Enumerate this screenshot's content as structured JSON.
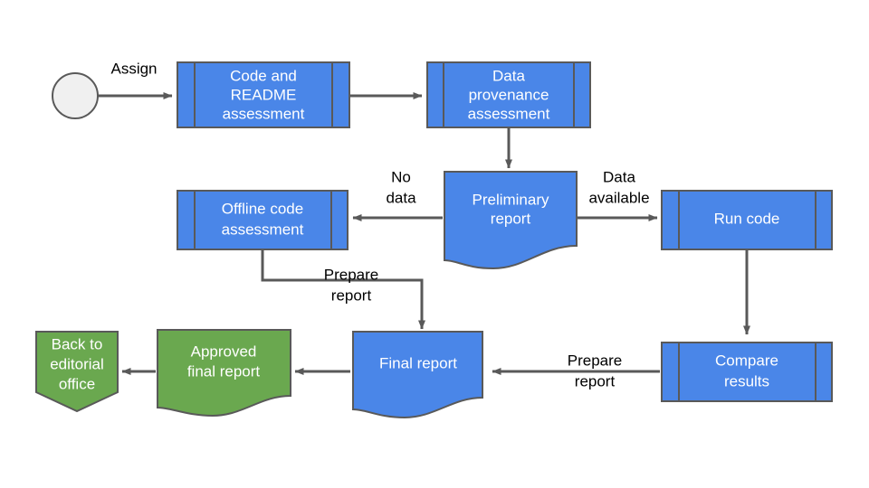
{
  "diagram": {
    "title": "Code and data review workflow",
    "colors": {
      "process_fill": "#4a86e8",
      "approved_fill": "#6aa84f",
      "start_fill": "#f0f0f0",
      "stroke": "#595959",
      "edge": "#595959",
      "node_text": "#ffffff",
      "edge_text": "#000000",
      "background": "#ffffff"
    },
    "nodes": [
      {
        "id": "start",
        "shape": "circle",
        "label": "",
        "fill": "#f0f0f0"
      },
      {
        "id": "code-readme-assessment",
        "shape": "predefined-process",
        "label_lines": [
          "Code and",
          "README",
          "assessment"
        ],
        "fill": "#4a86e8"
      },
      {
        "id": "data-provenance-assessment",
        "shape": "predefined-process",
        "label_lines": [
          "Data",
          "provenance",
          "assessment"
        ],
        "fill": "#4a86e8"
      },
      {
        "id": "preliminary-report",
        "shape": "document",
        "label_lines": [
          "Preliminary",
          "report"
        ],
        "fill": "#4a86e8"
      },
      {
        "id": "offline-code-assessment",
        "shape": "predefined-process",
        "label_lines": [
          "Offline code",
          "assessment"
        ],
        "fill": "#4a86e8"
      },
      {
        "id": "run-code",
        "shape": "predefined-process",
        "label_lines": [
          "Run code"
        ],
        "fill": "#4a86e8"
      },
      {
        "id": "compare-results",
        "shape": "predefined-process",
        "label_lines": [
          "Compare",
          "results"
        ],
        "fill": "#4a86e8"
      },
      {
        "id": "final-report",
        "shape": "document",
        "label_lines": [
          "Final report"
        ],
        "fill": "#4a86e8"
      },
      {
        "id": "approved-final-report",
        "shape": "document",
        "label_lines": [
          "Approved",
          "final report"
        ],
        "fill": "#6aa84f"
      },
      {
        "id": "back-to-editorial-office",
        "shape": "pentagon-down",
        "label_lines": [
          "Back to",
          "editorial",
          "office"
        ],
        "fill": "#6aa84f"
      }
    ],
    "edges": [
      {
        "id": "start-to-code",
        "from": "start",
        "to": "code-readme-assessment",
        "label_lines": [
          "Assign"
        ]
      },
      {
        "id": "code-to-data",
        "from": "code-readme-assessment",
        "to": "data-provenance-assessment",
        "label_lines": []
      },
      {
        "id": "data-to-preliminary",
        "from": "data-provenance-assessment",
        "to": "preliminary-report",
        "label_lines": []
      },
      {
        "id": "preliminary-to-offline",
        "from": "preliminary-report",
        "to": "offline-code-assessment",
        "label_lines": [
          "No",
          "data"
        ]
      },
      {
        "id": "preliminary-to-run",
        "from": "preliminary-report",
        "to": "run-code",
        "label_lines": [
          "Data",
          "available"
        ]
      },
      {
        "id": "offline-to-final",
        "from": "offline-code-assessment",
        "to": "final-report",
        "label_lines": [
          "Prepare",
          "report"
        ]
      },
      {
        "id": "run-to-compare",
        "from": "run-code",
        "to": "compare-results",
        "label_lines": []
      },
      {
        "id": "compare-to-final",
        "from": "compare-results",
        "to": "final-report",
        "label_lines": [
          "Prepare",
          "report"
        ]
      },
      {
        "id": "final-to-approved",
        "from": "final-report",
        "to": "approved-final-report",
        "label_lines": []
      },
      {
        "id": "approved-to-editorial",
        "from": "approved-final-report",
        "to": "back-to-editorial-office",
        "label_lines": []
      }
    ]
  },
  "labels": {
    "n0_l0": "",
    "n1_l0": "Code and",
    "n1_l1": "README",
    "n1_l2": "assessment",
    "n2_l0": "Data",
    "n2_l1": "provenance",
    "n2_l2": "assessment",
    "n3_l0": "Preliminary",
    "n3_l1": "report",
    "n4_l0": "Offline code",
    "n4_l1": "assessment",
    "n5_l0": "Run code",
    "n6_l0": "Compare",
    "n6_l1": "results",
    "n7_l0": "Final report",
    "n8_l0": "Approved",
    "n8_l1": "final report",
    "n9_l0": "Back to",
    "n9_l1": "editorial",
    "n9_l2": "office",
    "e0_l0": "Assign",
    "e3_l0": "No",
    "e3_l1": "data",
    "e4_l0": "Data",
    "e4_l1": "available",
    "e5_l0": "Prepare",
    "e5_l1": "report",
    "e7_l0": "Prepare",
    "e7_l1": "report"
  }
}
